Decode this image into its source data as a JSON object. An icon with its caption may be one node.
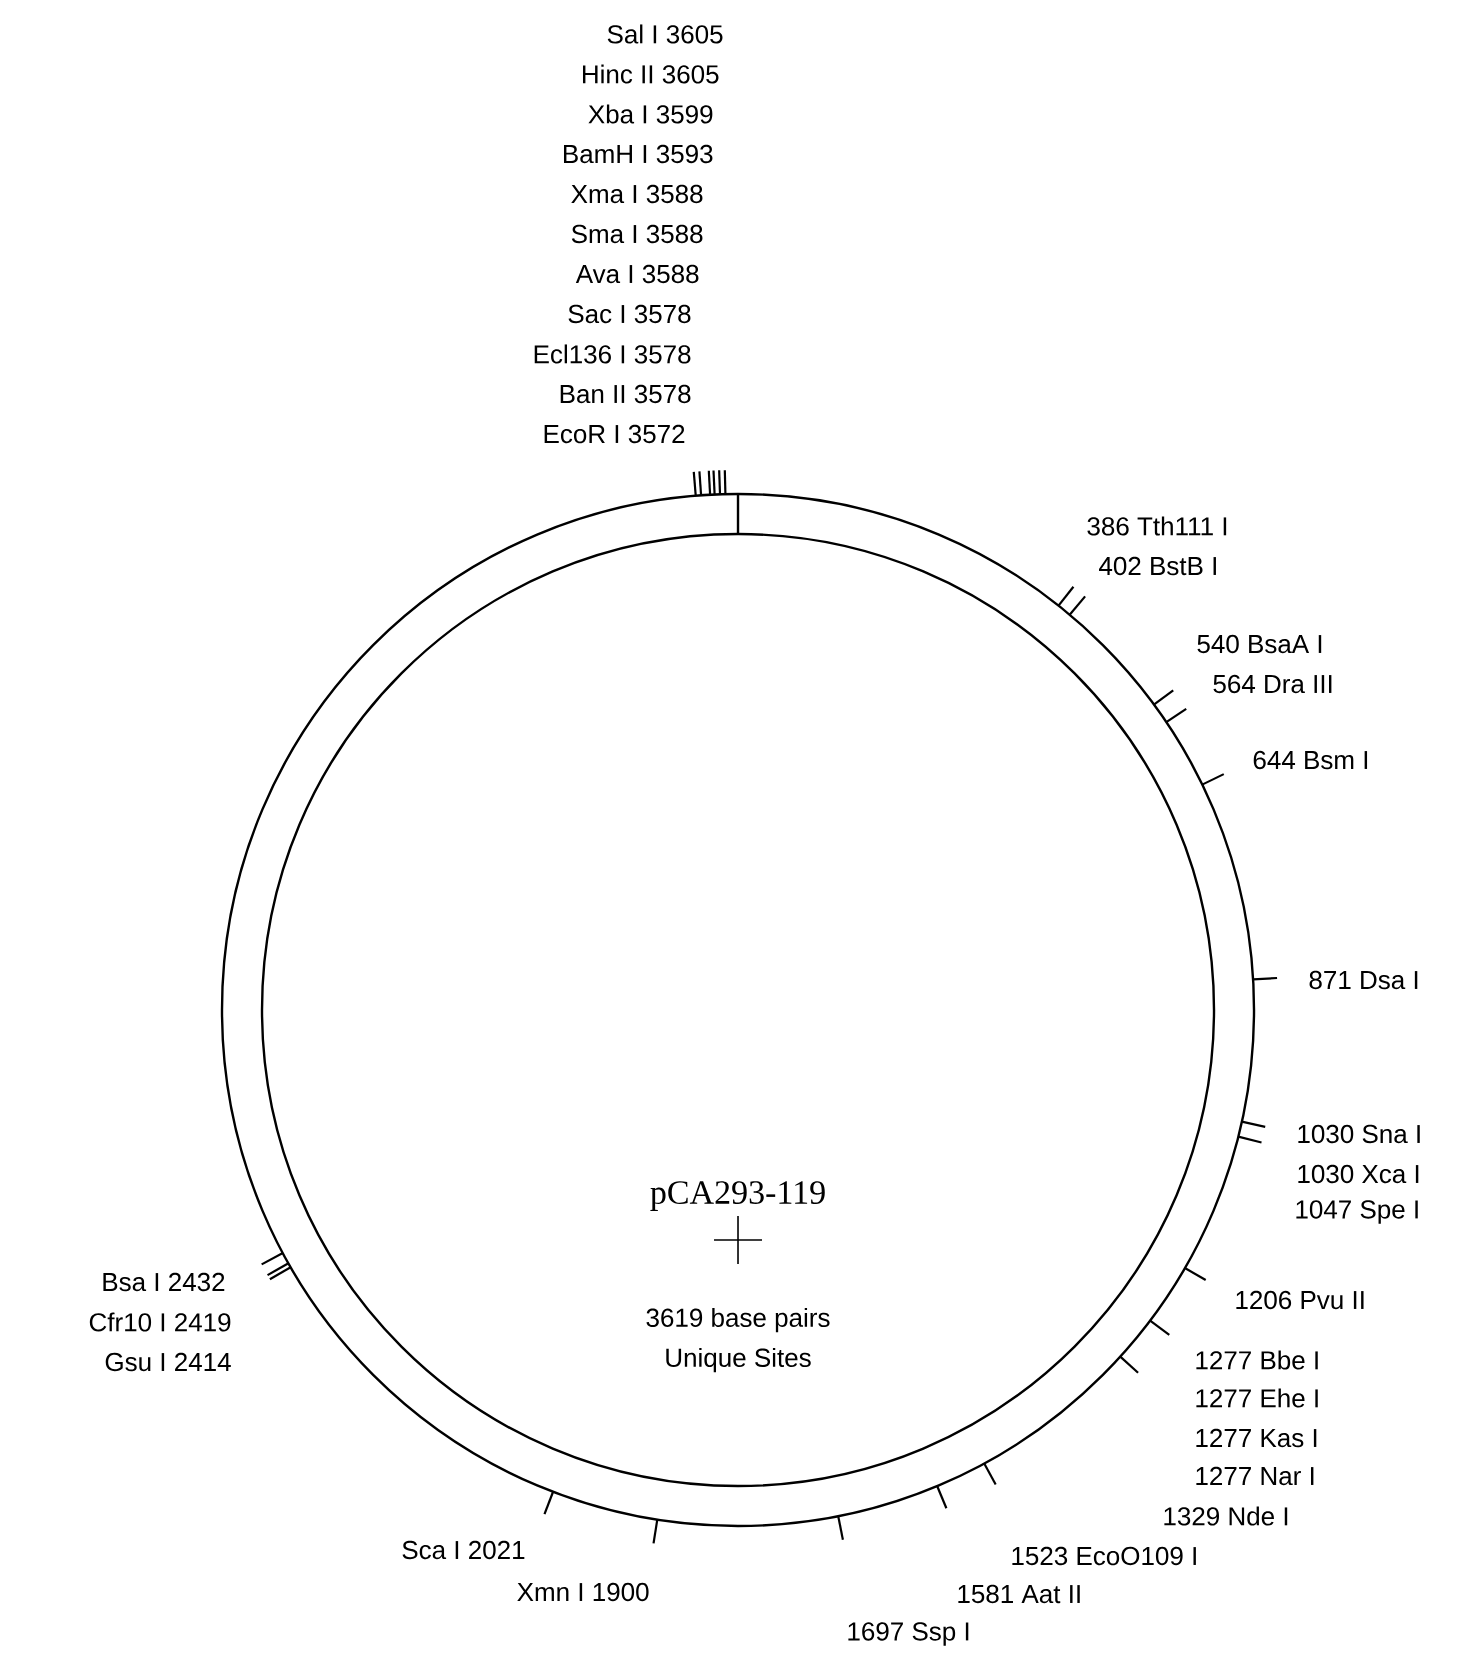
{
  "diagram": {
    "title": "pCA293-119",
    "labels": [
      "3619 base pairs",
      "Unique Sites",
      "Sal I 3605",
      "Hinc II 3605",
      "Xba I 3599",
      "BamH I 3593",
      "Xma I 3588",
      "Sma I 3588",
      "Ava I 3588",
      "Sac I 3578",
      "Ecl136 I 3578",
      "Ban II 3578",
      "EcoR I 3572",
      "386 Tth111 I",
      "402 BstB I",
      "540 BsaA I",
      "564 Dra III",
      "644 Bsm I",
      "871 Dsa I",
      "1030 Sna I",
      "1030 Xca I",
      "1047 Spe I",
      "1206 Pvu II",
      "1277 Bbe I",
      "1277 Ehe I",
      "1277 Kas I",
      "1277 Nar I",
      "1329 Nde I",
      "1523 EcoO109 I",
      "1581 Aat II",
      "1697 Ssp I",
      "Bsa I 2432",
      "Cfr10 I 2419",
      "Gsu I 2414",
      "Sca I 2021",
      "Xmn I 1900"
    ]
  }
}
